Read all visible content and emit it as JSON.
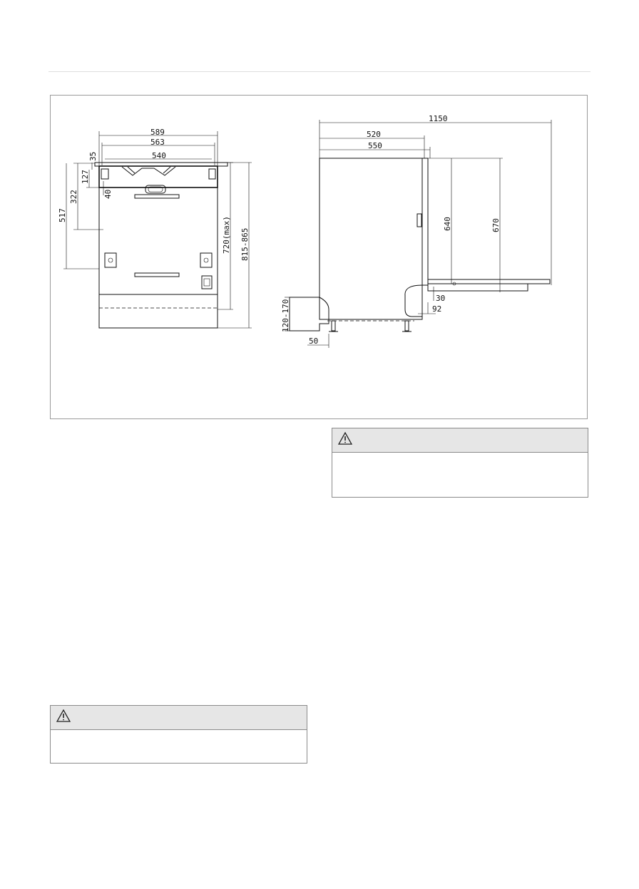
{
  "front_view": {
    "width_outer": "589",
    "width_mid": "563",
    "width_inner": "540",
    "dim_35": "35",
    "dim_127": "127",
    "dim_40": "40",
    "dim_322": "322",
    "dim_517": "517",
    "dim_720max": "720(max)",
    "dim_height_range": "815-865"
  },
  "side_view": {
    "depth_total": "1150",
    "depth_520": "520",
    "depth_550": "550",
    "door_640": "640",
    "door_670": "670",
    "gap_30": "30",
    "gap_92": "92",
    "plinth_range": "120-170",
    "plinth_depth": "50"
  },
  "icons": {
    "warning_top": "warning-triangle-icon",
    "warning_bottom": "warning-triangle-icon"
  }
}
